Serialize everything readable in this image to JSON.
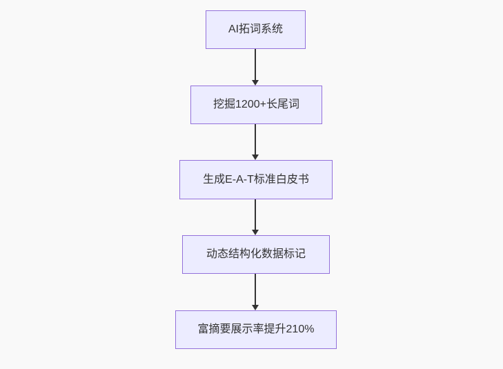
{
  "flowchart": {
    "title": "SEO AI workflow flowchart",
    "nodes": [
      {
        "label": "AI拓词系统"
      },
      {
        "label": "挖掘1200+长尾词"
      },
      {
        "label": "生成E-A-T标准白皮书"
      },
      {
        "label": "动态结构化数据标记"
      },
      {
        "label": "富摘要展示率提升210%"
      }
    ],
    "connections": [
      {
        "from": 0,
        "to": 1
      },
      {
        "from": 1,
        "to": 2
      },
      {
        "from": 2,
        "to": 3
      },
      {
        "from": 3,
        "to": 4
      }
    ],
    "colors": {
      "node_fill": "#ECECFF",
      "node_border": "#9370DB",
      "arrow": "#333333",
      "text": "#333333",
      "background": "#f9f9f9"
    }
  }
}
